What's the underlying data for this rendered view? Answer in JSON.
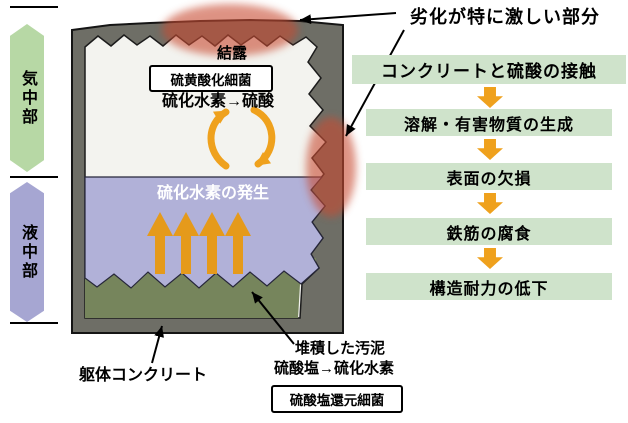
{
  "diagram": {
    "zones": {
      "air": "気中部",
      "liquid": "液中部"
    },
    "labels": {
      "condensation": "結露",
      "sulfur_oxidizing_bacteria": "硫黄酸化細菌",
      "h2s_to_sulfuric_acid": "硫化水素→硫酸",
      "h2s_generation": "硫化水素の発生",
      "structural_concrete": "躯体コンクリート",
      "accumulated_sludge": "堆積した汚泥",
      "sulfate_to_h2s": "硫酸塩→硫化水素",
      "sulfate_reducing_bacteria": "硫酸塩還元細菌"
    },
    "callout": "劣化が特に激しい部分"
  },
  "flow": {
    "steps": [
      "コンクリートと硫酸の接触",
      "溶解・有害物質の生成",
      "表面の欠損",
      "鉄筋の腐食",
      "構造耐力の低下"
    ]
  },
  "colors": {
    "flow_box_green": "#cfe3cb",
    "zone_air_green": "#b7d8a5",
    "zone_liquid_purple": "#a6a6d2",
    "arrow_orange": "#efa11d",
    "highlight_red": "#c84b32",
    "concrete_gray": "#6e6e66",
    "liquid_fill": "#b1b1d8",
    "sludge_green": "#76855c"
  }
}
